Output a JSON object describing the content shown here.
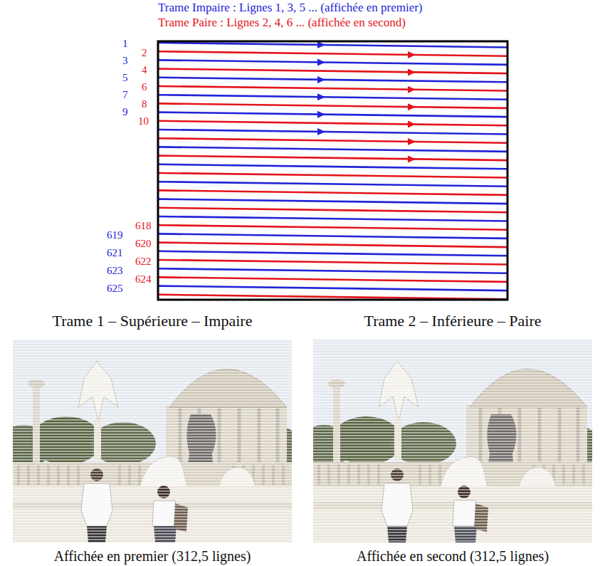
{
  "diagram": {
    "nodes": [
      {
        "text": [
          "Trame 1 – Supérieure – Impaire",
          "Affichée en premier (312,5 lignes)"
        ]
      },
      {
        "text": [
          "Trame 2 – Inférieure – Paire",
          "Affichée en second (312,5 lignes)"
        ]
      }
    ],
    "labels": [
      "Trame Impaire : Lignes 1, 3, 5 ... (affichée en premier)",
      "Trame Paire : Lignes 2, 4, 6 ... (affichée en second)",
      "1",
      "2",
      "3",
      "4",
      "5",
      "6",
      "7",
      "8",
      "9",
      "10",
      "618",
      "619",
      "620",
      "621",
      "622",
      "623",
      "624",
      "625"
    ]
  }
}
